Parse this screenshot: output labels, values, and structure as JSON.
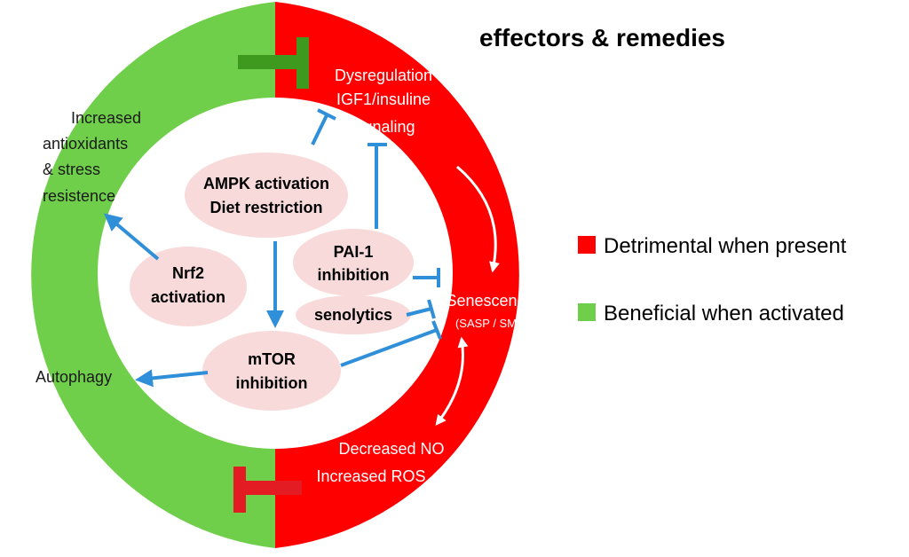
{
  "title": "effectors & remedies",
  "colors": {
    "detrimental": "#ff0000",
    "beneficial": "#6fcf4a",
    "node_fill": "#f8dada",
    "arrow": "#2f8fd8",
    "white_arrow": "#ffffff",
    "green_inhibitor": "#3d9a1f",
    "red_inhibitor": "#e31b23"
  },
  "legend": {
    "detrimental": "Detrimental when present",
    "beneficial": "Beneficial when activated"
  },
  "outer_labels": {
    "dysregulation": [
      "Dysregulation",
      "IGF1/insuline",
      "signaling"
    ],
    "antioxidants": [
      "Increased",
      "antioxidants",
      "& stress",
      "resistence"
    ],
    "autophagy": "Autophagy",
    "senescence": "Senescence",
    "senescence_sub": "(SASP / SMS)",
    "no_ros": [
      "Decreased NO",
      "Increased ROS"
    ]
  },
  "nodes": {
    "ampk": [
      "AMPK activation",
      "Diet restriction"
    ],
    "pai1": [
      "PAI-1",
      "inhibition"
    ],
    "nrf2": [
      "Nrf2",
      "activation"
    ],
    "senolytics": "senolytics",
    "mtor": [
      "mTOR",
      "inhibition"
    ]
  }
}
